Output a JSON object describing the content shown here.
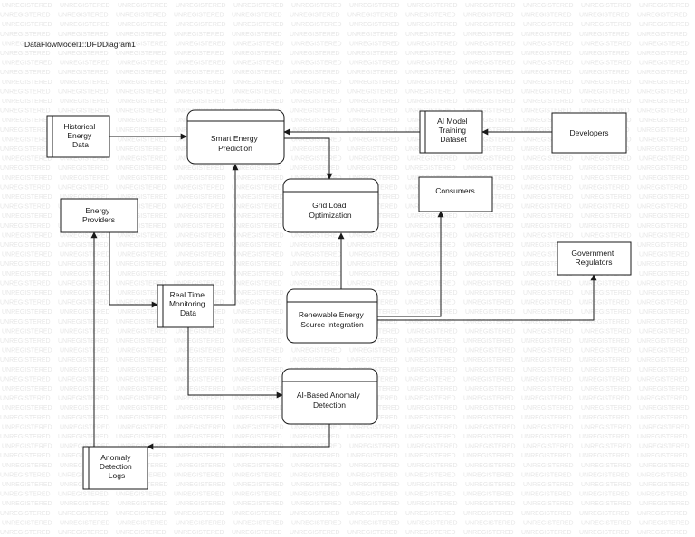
{
  "diagram_title": "DataFlowModel1::DFDDiagram1",
  "watermark_text": "UNREGISTERED",
  "colors": {
    "stroke": "#1a1a1a",
    "fill": "#ffffff",
    "watermark": "#e6e6e6"
  },
  "processes": {
    "smart_energy": [
      "Smart Energy",
      "Prediction"
    ],
    "grid_load": [
      "Grid Load",
      "Optimization"
    ],
    "renewable": [
      "Renewable Energy",
      "Source Integration"
    ],
    "anomaly": [
      "AI-Based Anomaly",
      "Detection"
    ]
  },
  "data_stores": {
    "historical": [
      "Historical",
      "Energy",
      "Data"
    ],
    "ai_training": [
      "AI Model",
      "Training",
      "Dataset"
    ],
    "realtime": [
      "Real Time",
      "Monitoring",
      "Data"
    ],
    "anomaly_logs": [
      "Anomaly",
      "Detection",
      "Logs"
    ]
  },
  "entities": {
    "developers": [
      "Developers"
    ],
    "consumers": [
      "Consumers"
    ],
    "energy_providers": [
      "Energy",
      "Providers"
    ],
    "government": [
      "Government",
      "Regulators"
    ]
  }
}
